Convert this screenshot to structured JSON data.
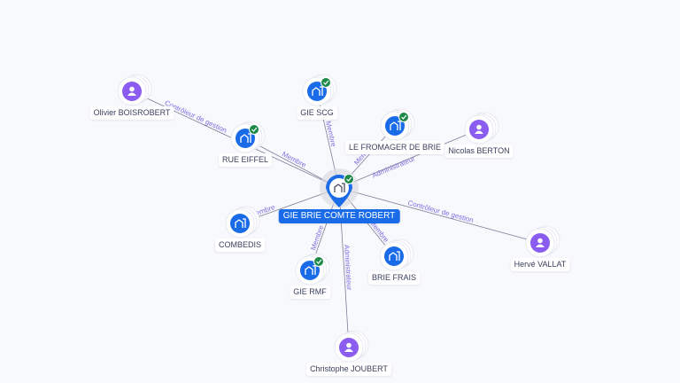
{
  "center": {
    "name": "GIE BRIE COMTE ROBERT",
    "type": "company",
    "verified": true
  },
  "nodes": [
    {
      "name": "Olivier BOISROBERT",
      "type": "person",
      "verified": false,
      "relation": "Contrôleur de gestion"
    },
    {
      "name": "GIE SCG",
      "type": "company",
      "verified": true,
      "relation": "Membre"
    },
    {
      "name": "RUE EIFFEL",
      "type": "company",
      "verified": true,
      "relation": "Membre"
    },
    {
      "name": "LE FROMAGER DE BRIE",
      "type": "company",
      "verified": true,
      "relation": "Membre"
    },
    {
      "name": "Nicolas BERTON",
      "type": "person",
      "verified": false,
      "relation": "Administrateur"
    },
    {
      "name": "COMBEDIS",
      "type": "company",
      "verified": false,
      "relation": "Membre"
    },
    {
      "name": "GIE RMF",
      "type": "company",
      "verified": true,
      "relation": "Membre"
    },
    {
      "name": "BRIE FRAIS",
      "type": "company",
      "verified": false,
      "relation": "Membre"
    },
    {
      "name": "Hervé VALLAT",
      "type": "person",
      "verified": false,
      "relation": "Contrôleur de gestion"
    },
    {
      "name": "Christophe JOUBERT",
      "type": "person",
      "verified": false,
      "relation": "Administrateur"
    }
  ],
  "colors": {
    "company": "#1a6be8",
    "person": "#8a5cf0",
    "verified": "#1e8a4a",
    "edge": "#7a7f98",
    "edge_label": "#7b6fe0"
  }
}
